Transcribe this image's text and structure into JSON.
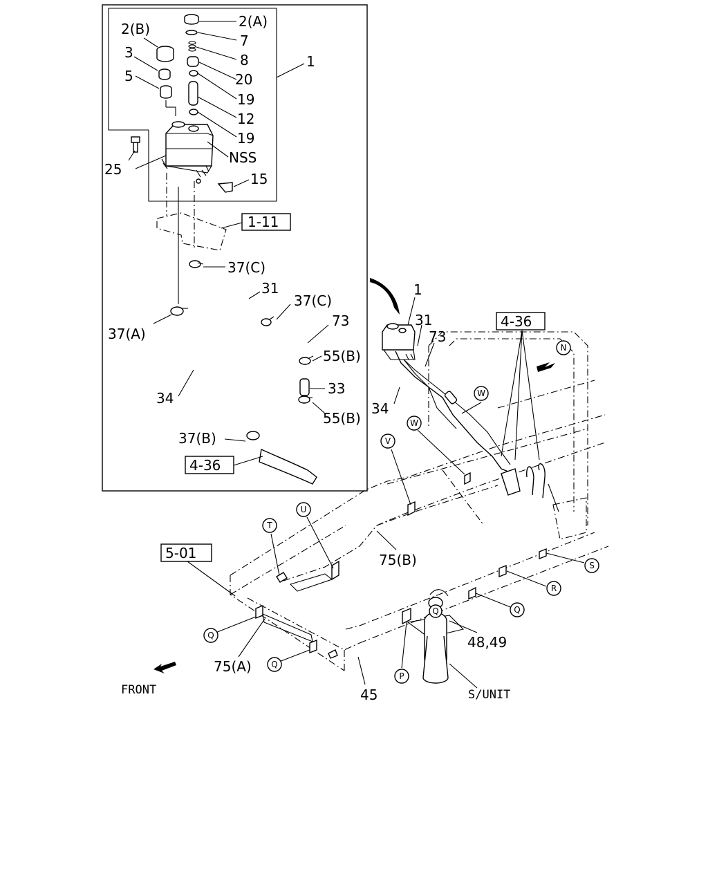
{
  "labels": {
    "p2b": "2(B)",
    "p2a": "2(A)",
    "p3": "3",
    "p5": "5",
    "p7": "7",
    "p8": "8",
    "p20": "20",
    "p19a": "19",
    "p12": "12",
    "p19b": "19",
    "pnss": "NSS",
    "p25": "25",
    "p15": "15",
    "p1": "1",
    "ref111": "1-11",
    "p37c1": "37(C)",
    "p31": "31",
    "p37c2": "37(C)",
    "p73": "73",
    "p37a": "37(A)",
    "p55b1": "55(B)",
    "p33": "33",
    "p34": "34",
    "p55b2": "55(B)",
    "p37b": "37(B)",
    "ref436a": "4-36",
    "m1": "1",
    "m31": "31",
    "m73": "73",
    "m34": "34",
    "ref436b": "4-36",
    "ref501": "5-01",
    "m75b": "75(B)",
    "m75a": "75(A)",
    "m45": "45",
    "m4849": "48,49",
    "sunit": "S/UNIT",
    "front": "FRONT"
  },
  "markers": {
    "N": "N",
    "W1": "W",
    "W2": "W",
    "V": "V",
    "U": "U",
    "T": "T",
    "S": "S",
    "R": "R",
    "Q1": "Q",
    "Q2": "Q",
    "Q3": "Q",
    "Q4": "Q",
    "P": "P"
  },
  "colors": {
    "line": "#000000",
    "background": "#ffffff"
  }
}
